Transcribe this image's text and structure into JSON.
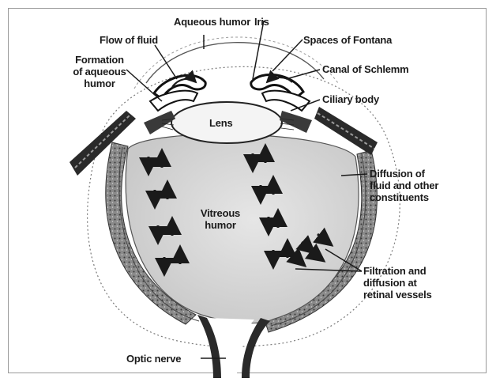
{
  "labels": {
    "aqueous_humor": "Aqueous humor",
    "iris": "Iris",
    "flow_of_fluid": "Flow of fluid",
    "spaces_of_fontana": "Spaces of Fontana",
    "formation_line1": "Formation",
    "formation_line2": "of aqueous",
    "formation_line3": "humor",
    "canal_of_schlemm": "Canal of Schlemm",
    "ciliary_body": "Ciliary body",
    "lens": "Lens",
    "diffusion_line1": "Diffusion of",
    "diffusion_line2": "fluid and other",
    "diffusion_line3": "constituents",
    "vitreous_line1": "Vitreous",
    "vitreous_line2": "humor",
    "filtration_line1": "Filtration and",
    "filtration_line2": "diffusion at",
    "filtration_line3": "retinal vessels",
    "optic_nerve": "Optic nerve"
  },
  "colors": {
    "ink": "#1a1a1a",
    "vitreous_fill": "#d6d6d6",
    "sclera_fill": "#ececec",
    "tissue_dark": "#2a2a2a",
    "frame": "#9a9a9a"
  }
}
